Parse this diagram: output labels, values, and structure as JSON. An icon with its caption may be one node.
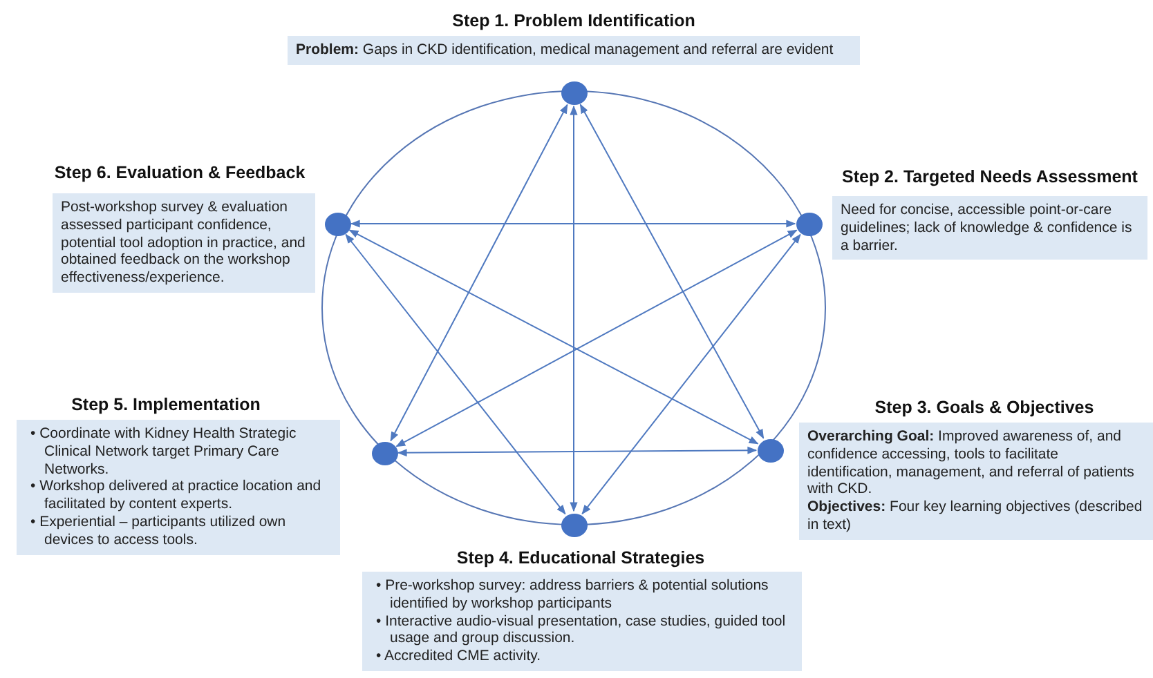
{
  "diagram": {
    "nodes": [
      {
        "text": [
          "Step 1. Problem Identification",
          "**Problem:** Gaps in CKD identification, medical management and referral are evident"
        ]
      },
      {
        "text": [
          "Step 2. Targeted Needs Assessment",
          "Need for concise, accessible point-or-care guidelines; lack of knowledge & confidence is a barrier."
        ]
      },
      {
        "text": [
          "Step 3. Goals & Objectives",
          "**Overarching Goal:** Improved awareness of, and confidence accessing, tools to facilitate identification, management, and referral of patients with CKD.",
          "**Objectives:** Four key learning objectives (described in text)"
        ]
      },
      {
        "text": [
          "Step 4. Educational Strategies",
          "• Pre-workshop survey: address barriers & potential solutions identified by workshop participants",
          "• Interactive audio-visual presentation, case studies, guided tool usage and group discussion.",
          "• Accredited CME activity."
        ]
      },
      {
        "text": [
          "Step 5. Implementation",
          "• Coordinate with Kidney Health Strategic Clinical Network target Primary Care Networks.",
          "• Workshop delivered at practice location and facilitated by content experts.",
          "• Experiential – participants utilized own devices to access tools."
        ]
      },
      {
        "text": [
          "Step 6. Evaluation & Feedback",
          "Post-workshop survey & evaluation assessed participant confidence, potential tool adoption in practice, and obtained feedback on the workshop effectiveness/experience."
        ]
      },
      {
        "text": [],
        "shape": "circle"
      },
      {
        "text": [],
        "shape": "circle"
      },
      {
        "text": [],
        "shape": "circle"
      },
      {
        "text": [],
        "shape": "circle"
      },
      {
        "text": [],
        "shape": "circle"
      },
      {
        "text": [],
        "shape": "circle"
      }
    ],
    "edges": [
      {
        "from": 6,
        "to": 10,
        "arrow": "both"
      },
      {
        "from": 6,
        "to": 9,
        "arrow": "both"
      },
      {
        "from": 6,
        "to": 8,
        "arrow": "both"
      },
      {
        "from": 11,
        "to": 7,
        "arrow": "both"
      },
      {
        "from": 11,
        "to": 8,
        "arrow": "both"
      },
      {
        "from": 11,
        "to": 9,
        "arrow": "both"
      },
      {
        "from": 7,
        "to": 10,
        "arrow": "both"
      },
      {
        "from": 7,
        "to": 9,
        "arrow": "both"
      },
      {
        "from": 10,
        "to": 8,
        "arrow": "both"
      }
    ]
  }
}
